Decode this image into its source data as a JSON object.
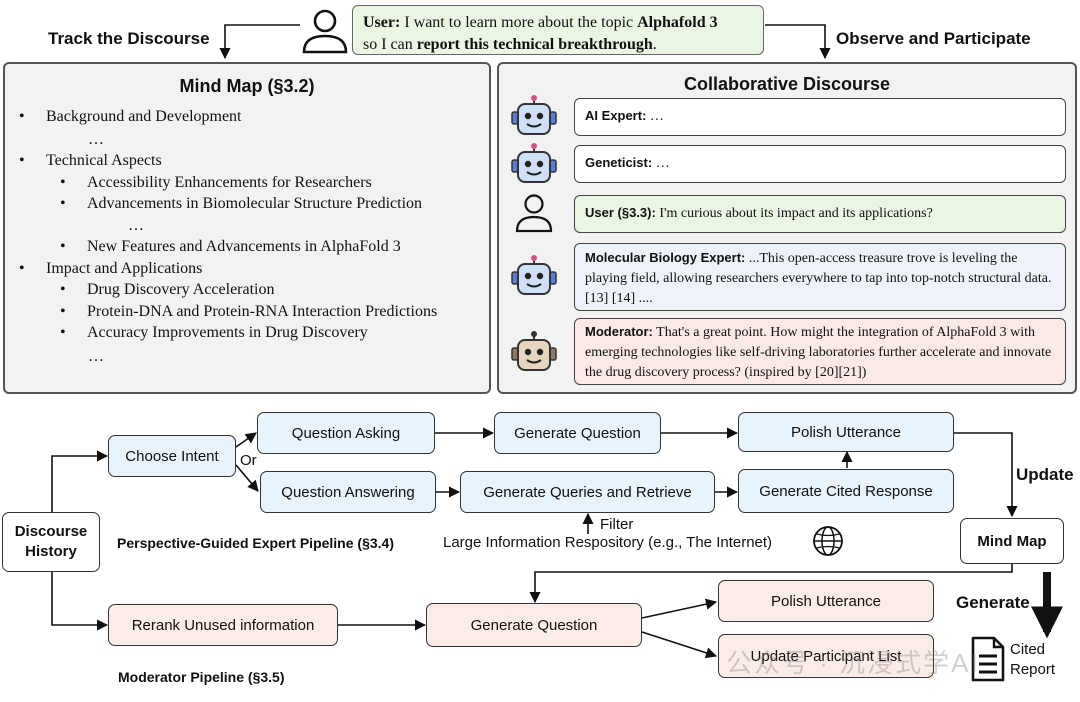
{
  "header": {
    "track_label": "Track the Discourse",
    "observe_label": "Observe and Participate",
    "user_prefix": "User:",
    "user_text_1": " I want to learn more about the topic ",
    "user_topic": "Alphafold 3",
    "user_text_2": "so I can ",
    "user_goal": "report this technical breakthrough",
    "user_end": "."
  },
  "mind_map": {
    "title": "Mind Map (§3.2)",
    "items": [
      "Background and Development",
      "…",
      "Technical Aspects",
      "Accessibility Enhancements for Researchers",
      "Advancements in Biomolecular Structure Prediction",
      "…",
      "New Features and Advancements in AlphaFold 3",
      "Impact and Applications",
      "Drug Discovery Acceleration",
      "Protein-DNA and Protein-RNA Interaction Predictions",
      "Accuracy Improvements in Drug Discovery",
      "…"
    ]
  },
  "discourse": {
    "title": "Collaborative Discourse",
    "messages": [
      {
        "speaker": "AI Expert:",
        "text": " …"
      },
      {
        "speaker": "Geneticist:",
        "text": " …"
      },
      {
        "speaker": "User (§3.3):",
        "text": " I'm curious about its impact and its applications?"
      },
      {
        "speaker": "Molecular Biology Expert:",
        "text": " ...This open-access treasure trove is leveling the playing field, allowing researchers everywhere to tap into top-notch structural data.[13] [14] ...."
      },
      {
        "speaker": "Moderator:",
        "text": " That's a great point. How might the integration of AlphaFold 3 with emerging technologies like self-driving laboratories further accelerate and innovate the drug discovery process? (inspired by [20][21])"
      }
    ]
  },
  "pipeline": {
    "discourse_history": "Discourse History",
    "choose_intent": "Choose Intent",
    "or_label": "Or",
    "question_asking": "Question Asking",
    "question_answering": "Question Answering",
    "generate_question": "Generate Question",
    "generate_queries": "Generate Queries and Retrieve",
    "polish_utterance": "Polish Utterance",
    "generate_cited_response": "Generate Cited Response",
    "filter_label": "Filter",
    "info_repository": "Large Information Respository (e.g., The Internet)",
    "expert_pipeline_label": "Perspective-Guided Expert Pipeline (§3.4)",
    "update_label": "Update",
    "mind_map": "Mind Map",
    "generate_label": "Generate",
    "rerank": "Rerank Unused information",
    "moderator_generate_question": "Generate Question",
    "moderator_polish": "Polish Utterance",
    "update_participant_list": "Update Participant List",
    "moderator_pipeline_label": "Moderator Pipeline (§3.5)",
    "cited_report": "Cited Report",
    "watermark": "公众号 · 沉浸式学AI"
  }
}
